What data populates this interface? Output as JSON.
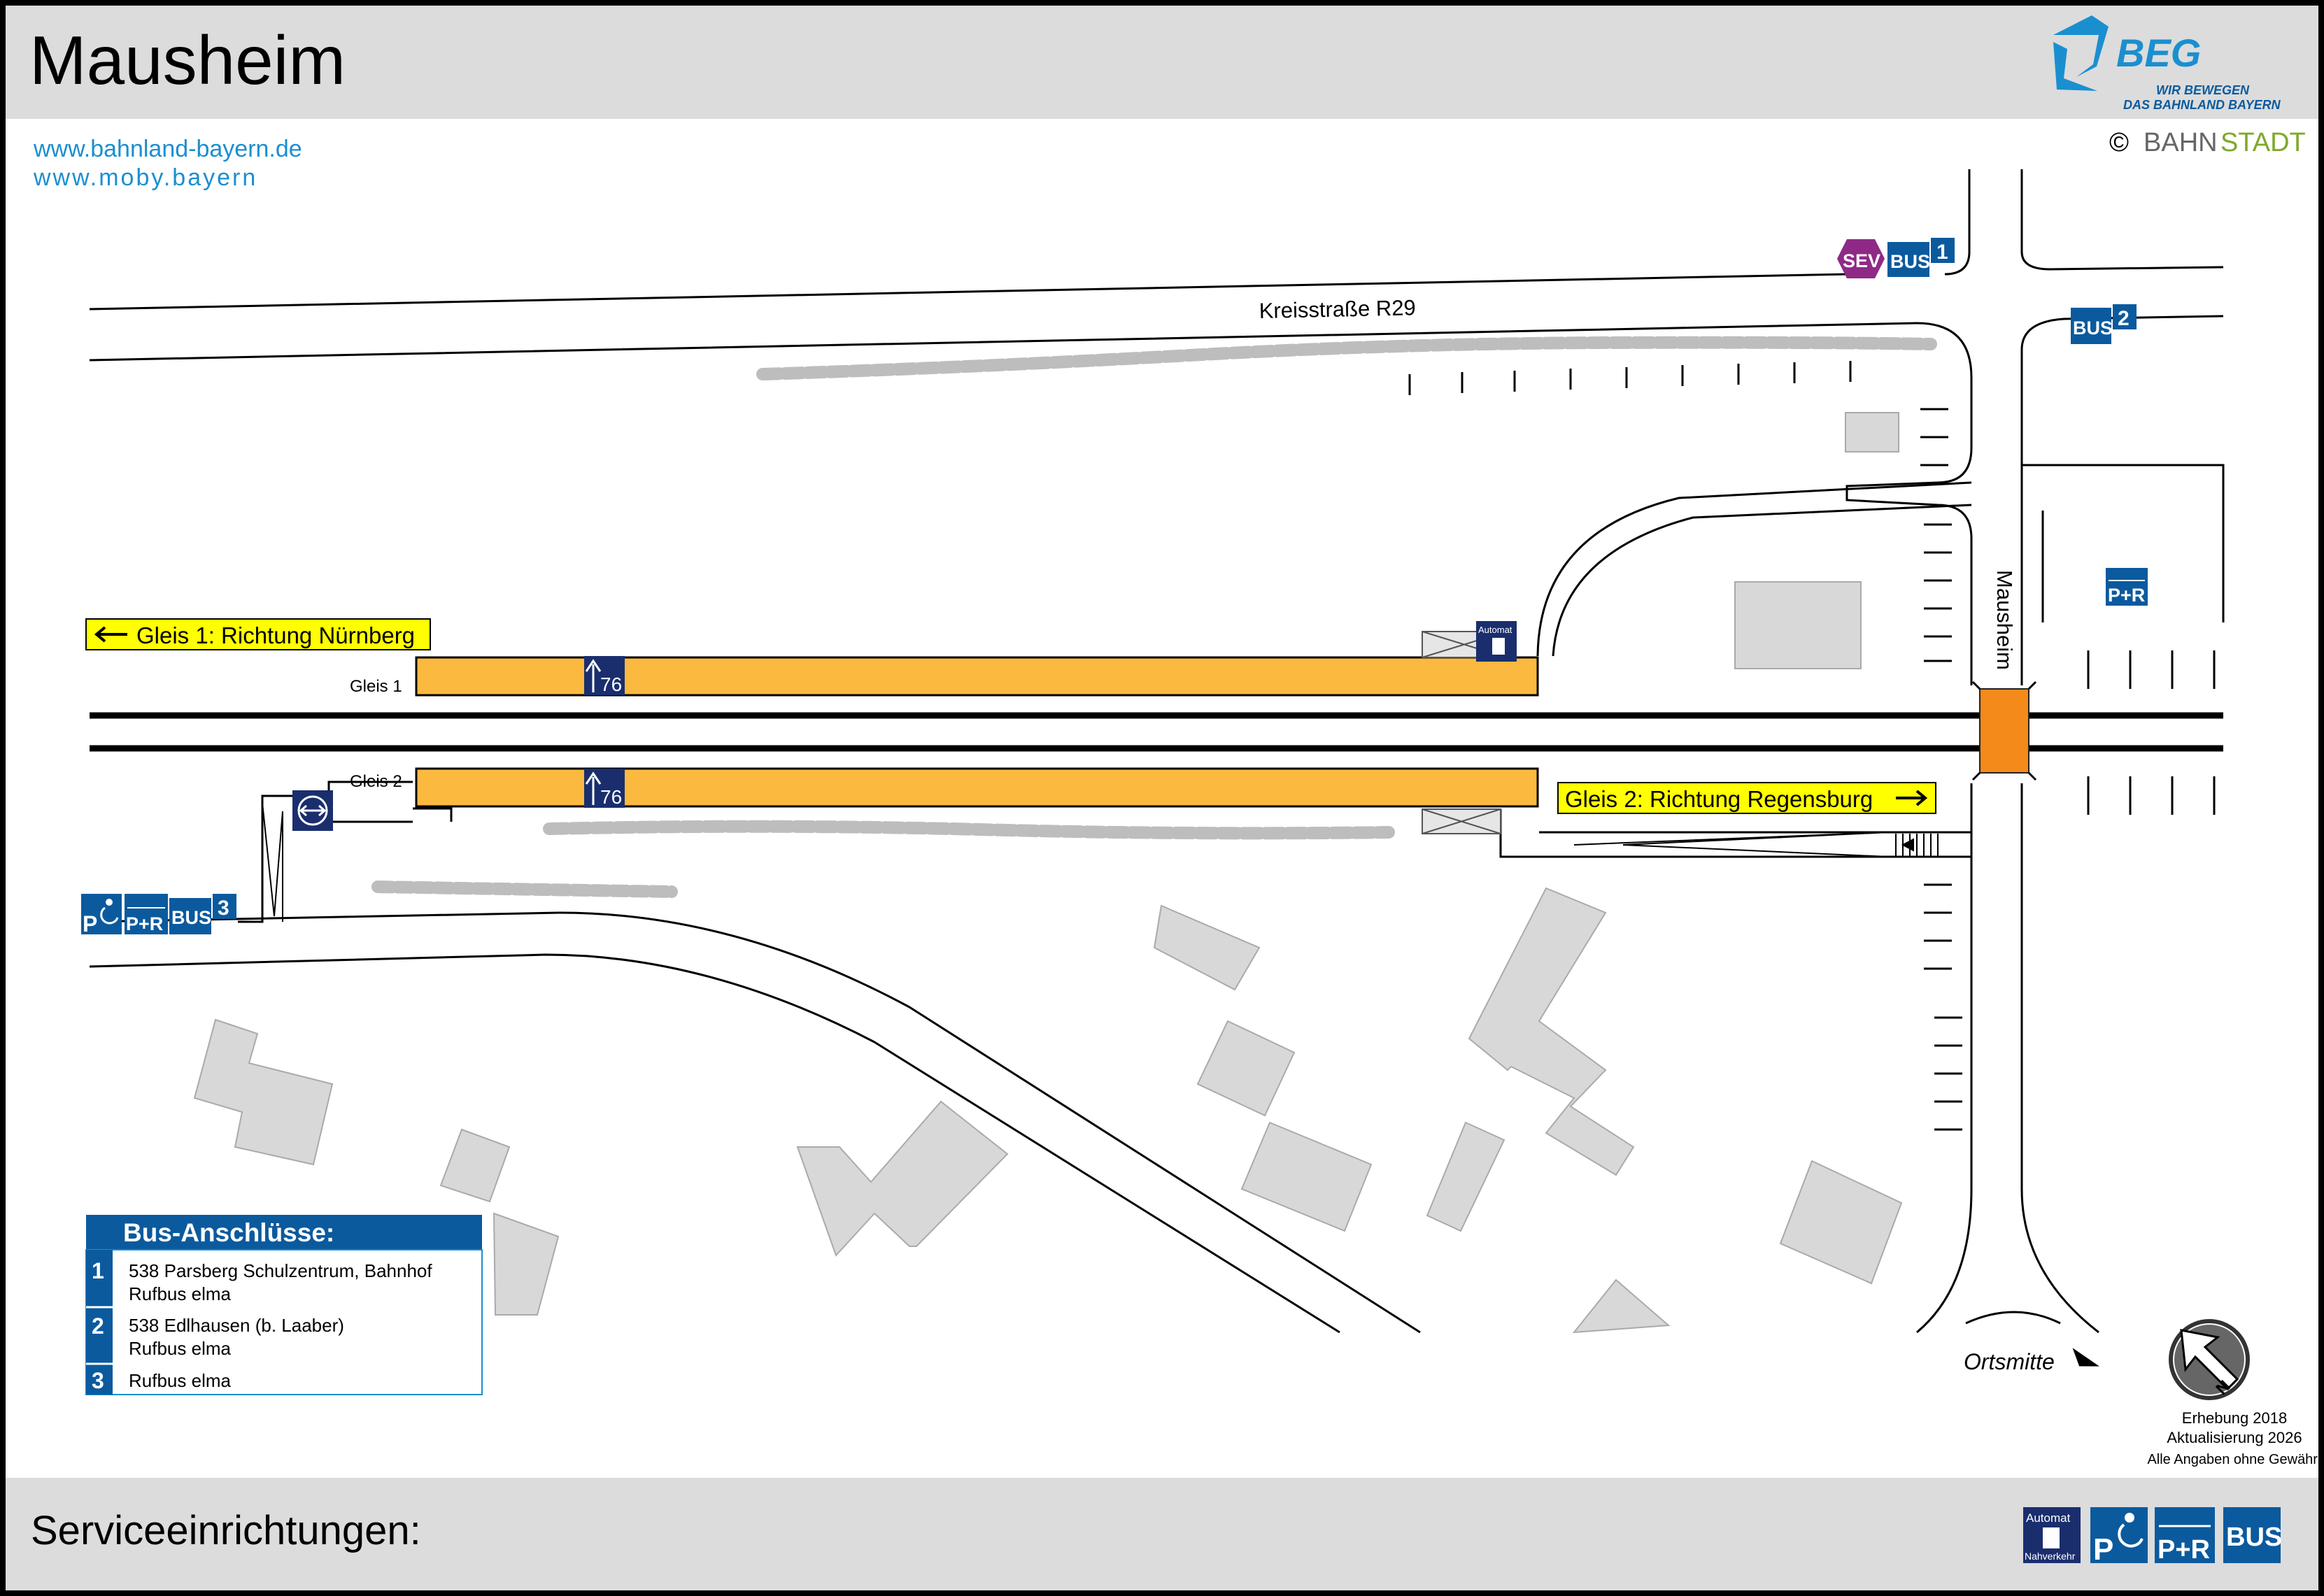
{
  "header": {
    "title": "Mausheim",
    "logo_name": "BEG",
    "logo_slogan_line1": "WIR BEWEGEN",
    "logo_slogan_line2": "DAS BAHNLAND BAYERN"
  },
  "links": {
    "link1": "www.bahnland-bayern.de",
    "link2": "www.moby.bayern"
  },
  "copyright": {
    "symbol": "©",
    "name_part1": "BAHN",
    "name_part2": "STADT"
  },
  "map": {
    "street_kreisstrasse": "Kreisstraße R29",
    "street_mausheim": "Mausheim",
    "gleis1_label": "Gleis 1",
    "gleis2_label": "Gleis 2",
    "direction1": "Gleis 1: Richtung Nürnberg",
    "direction2": "Gleis 2: Richtung Regensburg",
    "platform_height": "76",
    "ortsmitte": "Ortsmitte",
    "sev_label": "SEV",
    "bus_label": "BUS",
    "pr_label": "P+R",
    "parking_label": "P",
    "automat_label": "Automat",
    "bus_stop_1": "1",
    "bus_stop_2": "2",
    "bus_stop_3": "3"
  },
  "bus_table": {
    "title": "Bus-Anschlüsse:",
    "rows": [
      {
        "num": "1",
        "line1": "538 Parsberg Schulzentrum, Bahnhof",
        "line2": "Rufbus elma"
      },
      {
        "num": "2",
        "line1": "538 Edlhausen (b. Laaber)",
        "line2": "Rufbus elma"
      },
      {
        "num": "3",
        "line1": "Rufbus elma",
        "line2": ""
      }
    ]
  },
  "info": {
    "survey": "Erhebung 2018",
    "update": "Aktualisierung 2026",
    "disclaimer": "Alle Angaben ohne Gewähr!"
  },
  "footer": {
    "title": "Serviceeinrichtungen:",
    "automat_line1": "Automat",
    "automat_line2": "Nahverkehr"
  },
  "colors": {
    "header_bg": "#dcdcdc",
    "platform": "#fbb93f",
    "crossing": "#f48a1a",
    "signal_yellow": "#ffff00",
    "bus_blue": "#0b5a9e",
    "navy": "#1a2e6e",
    "sev_purple": "#8e2a86",
    "link_blue": "#1a8fd0",
    "building_gray": "#d8d8d8",
    "bahnstadt_green": "#7fa82a"
  },
  "icons": [
    "beg-logo",
    "arrow-left-icon",
    "arrow-right-icon",
    "platform-height-icon",
    "ticket-machine-icon",
    "transfer-icon",
    "wheelchair-parking-icon",
    "park-ride-icon",
    "bus-icon",
    "sev-icon",
    "north-arrow-icon",
    "ortsmitte-arrow-icon"
  ]
}
